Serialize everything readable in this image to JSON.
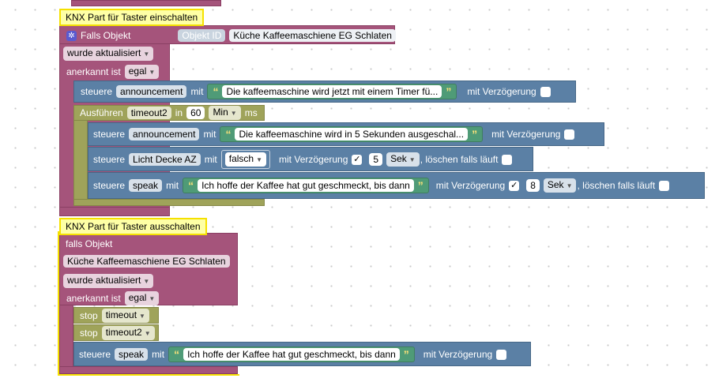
{
  "comment1": "KNX Part für Taster einschalten",
  "trigger1": {
    "label": "Falls Objekt",
    "oid_label": "Objekt ID",
    "object": "Küche Kaffeemaschiene EG Schlaten",
    "mode": "wurde aktualisiert",
    "ack_label": "anerkannt ist",
    "ack": "egal"
  },
  "set1": {
    "cmd": "steuere",
    "var": "announcement",
    "mit": "mit",
    "text": "Die kaffeemaschine wird jetzt mit einem Timer fü...",
    "delay_label": "mit Verzögerung"
  },
  "timeout": {
    "label": "Ausführen",
    "name": "timeout2",
    "in": "in",
    "value": "60",
    "unit": "Min",
    "ms": "ms"
  },
  "set2": {
    "cmd": "steuere",
    "var": "announcement",
    "mit": "mit",
    "text": "Die kaffeemaschine wird in 5 Sekunden ausgeschal...",
    "delay_label": "mit Verzögerung"
  },
  "set3": {
    "cmd": "steuere",
    "var": "Licht Decke AZ",
    "mit": "mit",
    "value": "falsch",
    "delay_label": "mit Verzögerung",
    "check": "✓",
    "delay": "5",
    "unit": "Sek",
    "clear_label": ", löschen falls läuft"
  },
  "set4": {
    "cmd": "steuere",
    "var": "speak",
    "mit": "mit",
    "text": "Ich hoffe der Kaffee hat gut geschmeckt, bis dann",
    "delay_label": "mit Verzögerung",
    "check": "✓",
    "delay": "8",
    "unit": "Sek",
    "clear_label": ", löschen falls läuft"
  },
  "comment2": "KNX Part für Taster ausschalten",
  "trigger2": {
    "label": "falls Objekt",
    "object": "Küche Kaffeemaschiene EG Schlaten",
    "mode": "wurde aktualisiert",
    "ack_label": "anerkannt ist",
    "ack": "egal"
  },
  "stop1": {
    "label": "stop",
    "name": "timeout"
  },
  "stop2": {
    "label": "stop",
    "name": "timeout2"
  },
  "set5": {
    "cmd": "steuere",
    "var": "speak",
    "mit": "mit",
    "text": "Ich hoffe der Kaffee hat gut geschmeckt, bis dann",
    "delay_label": "mit Verzögerung"
  },
  "colors": {
    "event": "#a5547b",
    "timer": "#9fa35a",
    "control": "#5b80a5",
    "text": "#4f9b77",
    "comment": "#feffa5"
  }
}
